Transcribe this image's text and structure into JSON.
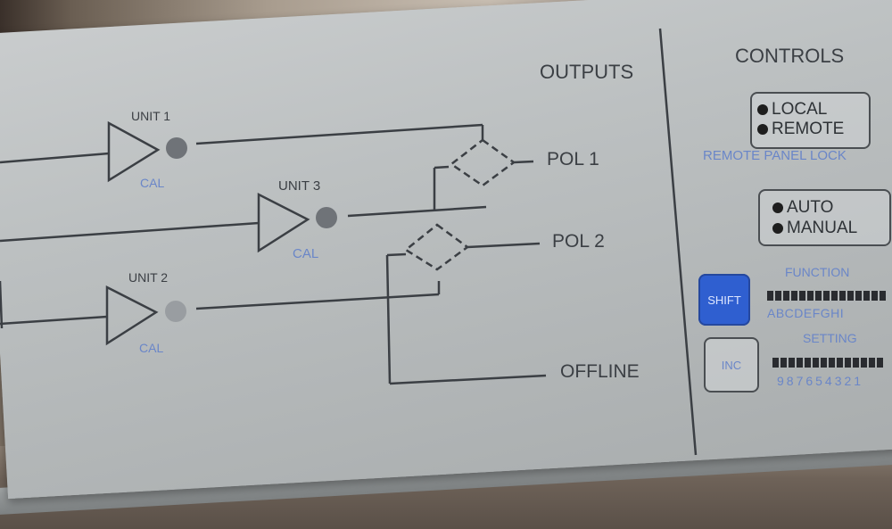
{
  "outputs_heading": "OUTPUTS",
  "controls_heading": "CONTROLS",
  "units": [
    {
      "label": "UNIT 1",
      "cal": "CAL"
    },
    {
      "label": "UNIT 3",
      "cal": "CAL"
    },
    {
      "label": "UNIT 2",
      "cal": "CAL"
    }
  ],
  "outputs": {
    "pol1": "POL 1",
    "pol2": "POL 2",
    "offline": "OFFLINE"
  },
  "control_group_1": {
    "opt1": "LOCAL",
    "opt2": "REMOTE",
    "caption": "REMOTE PANEL LOCK"
  },
  "control_group_2": {
    "opt1": "AUTO",
    "opt2": "MANUAL"
  },
  "shift_key": "SHIFT",
  "inc_key": "INC",
  "function": {
    "label": "FUNCTION",
    "letters": "ABCDEFGHI"
  },
  "setting": {
    "label": "SETTING",
    "digits": "987654321"
  },
  "colors": {
    "panel": "#bfc3c4",
    "ink": "#3b3f44",
    "accent_blue": "#6a86c8",
    "shift_blue": "#2f5fd0",
    "led": "#1e1e1e"
  }
}
